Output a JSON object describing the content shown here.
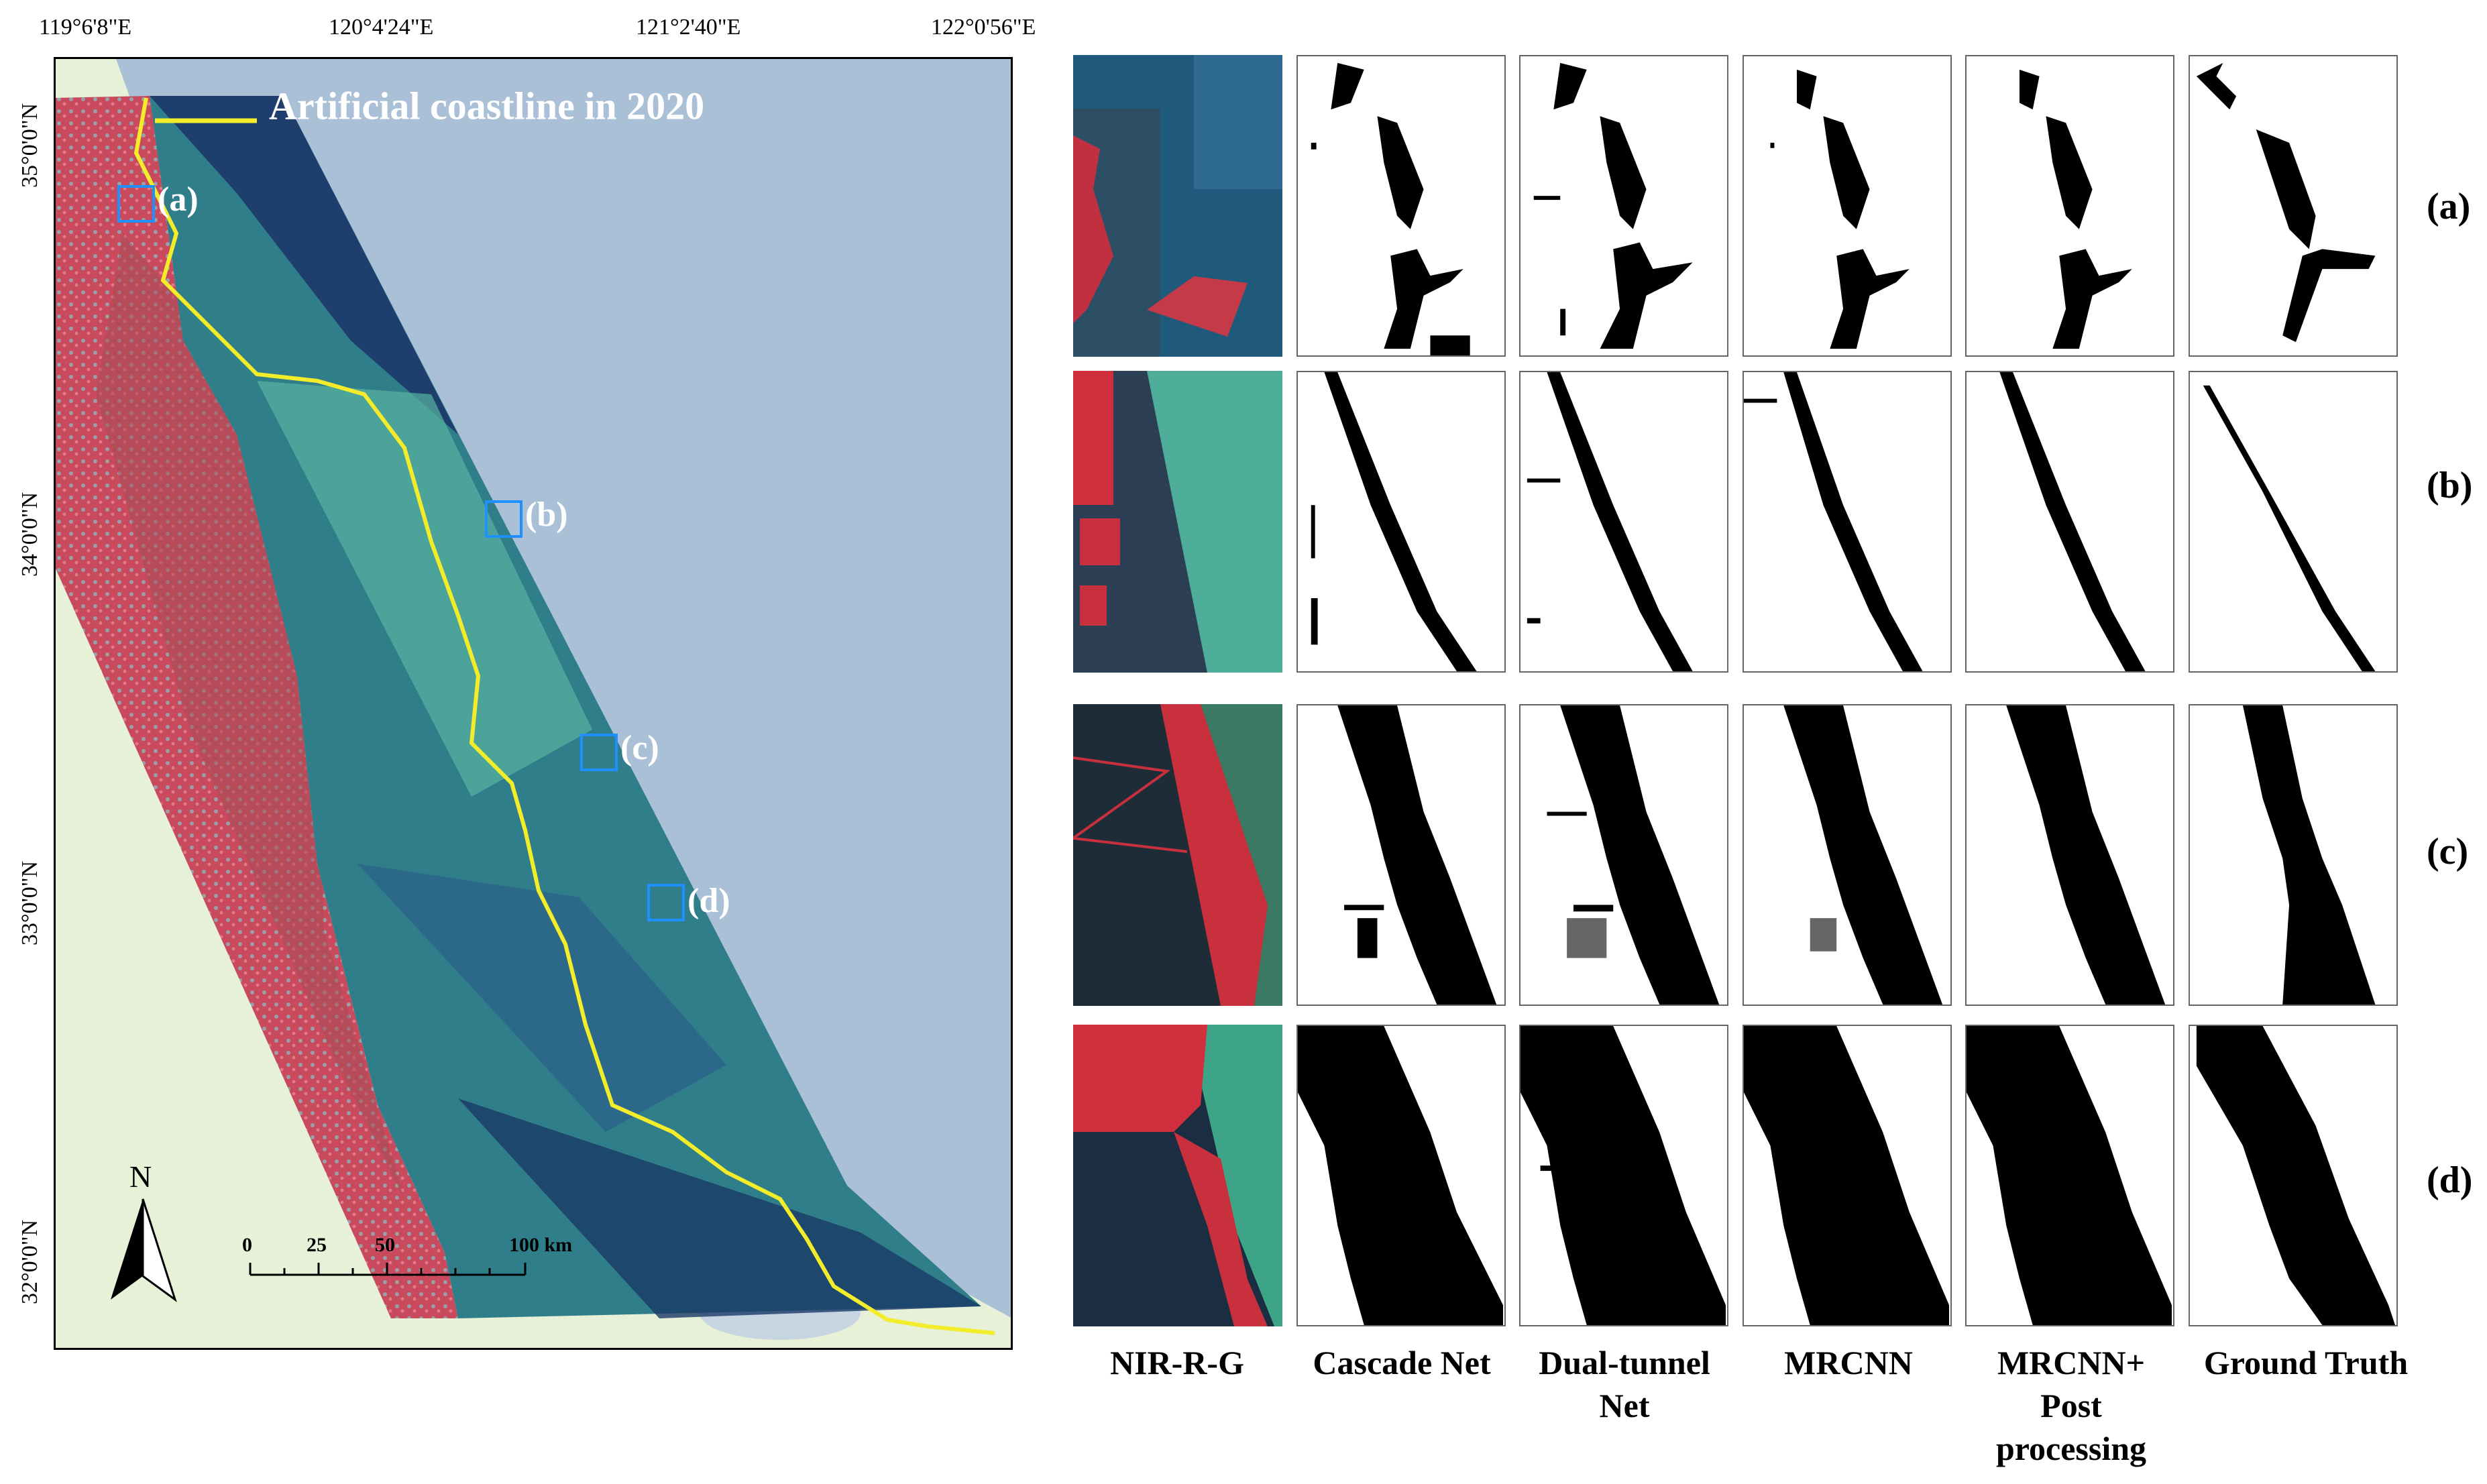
{
  "map": {
    "lon_ticks": [
      "119°6'8\"E",
      "120°4'24\"E",
      "121°2'40\"E",
      "122°0'56\"E"
    ],
    "lat_ticks": [
      "35°0'0\"N",
      "34°0'0\"N",
      "33°0'0\"N",
      "32°0'0\"N"
    ],
    "legend": "Artificial coastline in 2020",
    "north": "N",
    "scalebar": [
      "0",
      "25",
      "50",
      "100 km"
    ],
    "boxes": [
      "(a)",
      "(b)",
      "(c)",
      "(d)"
    ],
    "colors": {
      "coastline": "#f2ec2a",
      "sea": "#a9c0d6",
      "land": "#e5f0d6",
      "box": "#1e90ff"
    }
  },
  "figure": {
    "columns": [
      "NIR-R-G",
      "Cascade Net",
      "Dual-tunnel Net",
      "MRCNN",
      "MRCNN+ Post processing",
      "Ground Truth"
    ],
    "rows": [
      "(a)",
      "(b)",
      "(c)",
      "(d)"
    ]
  }
}
